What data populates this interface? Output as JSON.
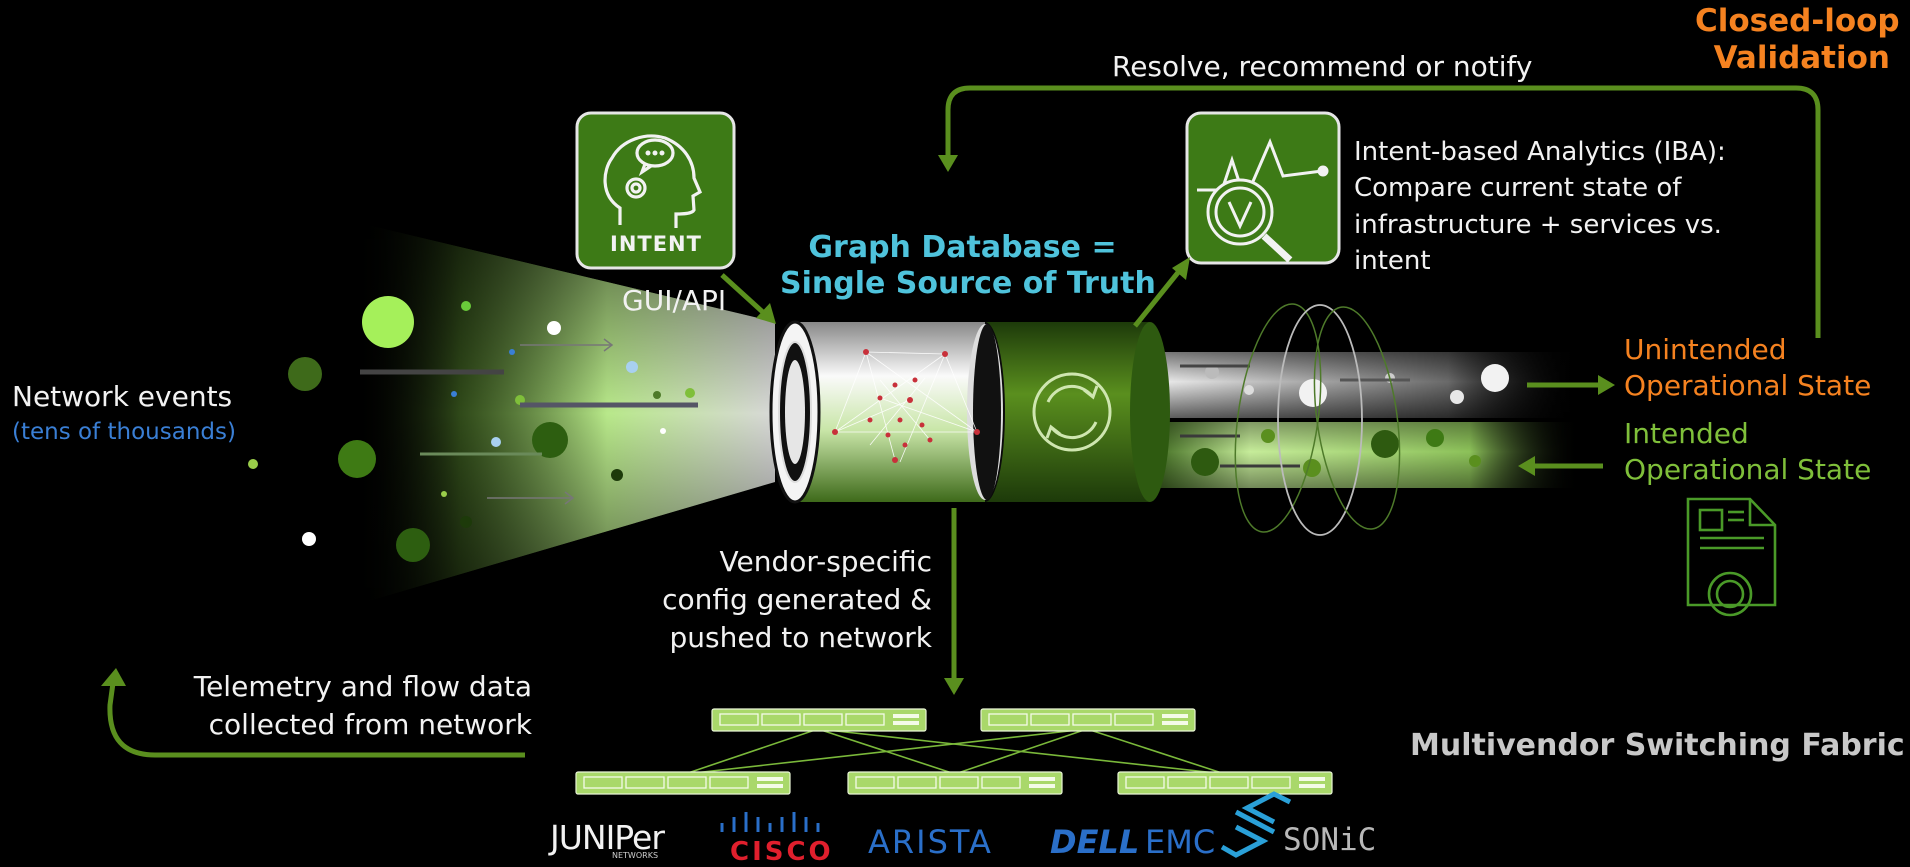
{
  "closed_loop": {
    "line1": "Closed-loop",
    "line2": "Validation"
  },
  "resolve_label": "Resolve, recommend or notify",
  "intent_badge": {
    "label": "INTENT"
  },
  "gui_api_label": "GUI/API",
  "graph_db": {
    "line1": "Graph Database =",
    "line2": "Single Source of Truth"
  },
  "iba": {
    "line1": "Intent-based Analytics (IBA):",
    "line2": "Compare current state of",
    "line3": "infrastructure + services vs.",
    "line4": "intent"
  },
  "network_events": {
    "title": "Network events",
    "subtitle": "(tens of thousands)"
  },
  "unintended_state": {
    "line1": "Unintended",
    "line2": "Operational State"
  },
  "intended_state": {
    "line1": "Intended",
    "line2": "Operational State"
  },
  "vendor_config": {
    "line1": "Vendor-specific",
    "line2": "config generated &",
    "line3": "pushed to network"
  },
  "telemetry": {
    "line1": "Telemetry and flow data",
    "line2": "collected from network"
  },
  "fabric_label": "Multivendor Switching Fabric",
  "vendors": {
    "juniper": "JUNIPer",
    "juniper_sub": "NETWORKS",
    "cisco": "CISCO",
    "arista": "ARISTA",
    "dell": "DELL",
    "emc": "EMC",
    "sonic": "SONiC"
  },
  "colors": {
    "background": "#000000",
    "accent_green": "#5a8f1e",
    "light_green": "#9acd4a",
    "orange": "#f58220",
    "cyan": "#4fc3dc",
    "blue": "#3a7fd5"
  },
  "icons": [
    "head-speech-icon",
    "sync-icon",
    "analytics-magnifier-icon",
    "document-gear-icon"
  ]
}
